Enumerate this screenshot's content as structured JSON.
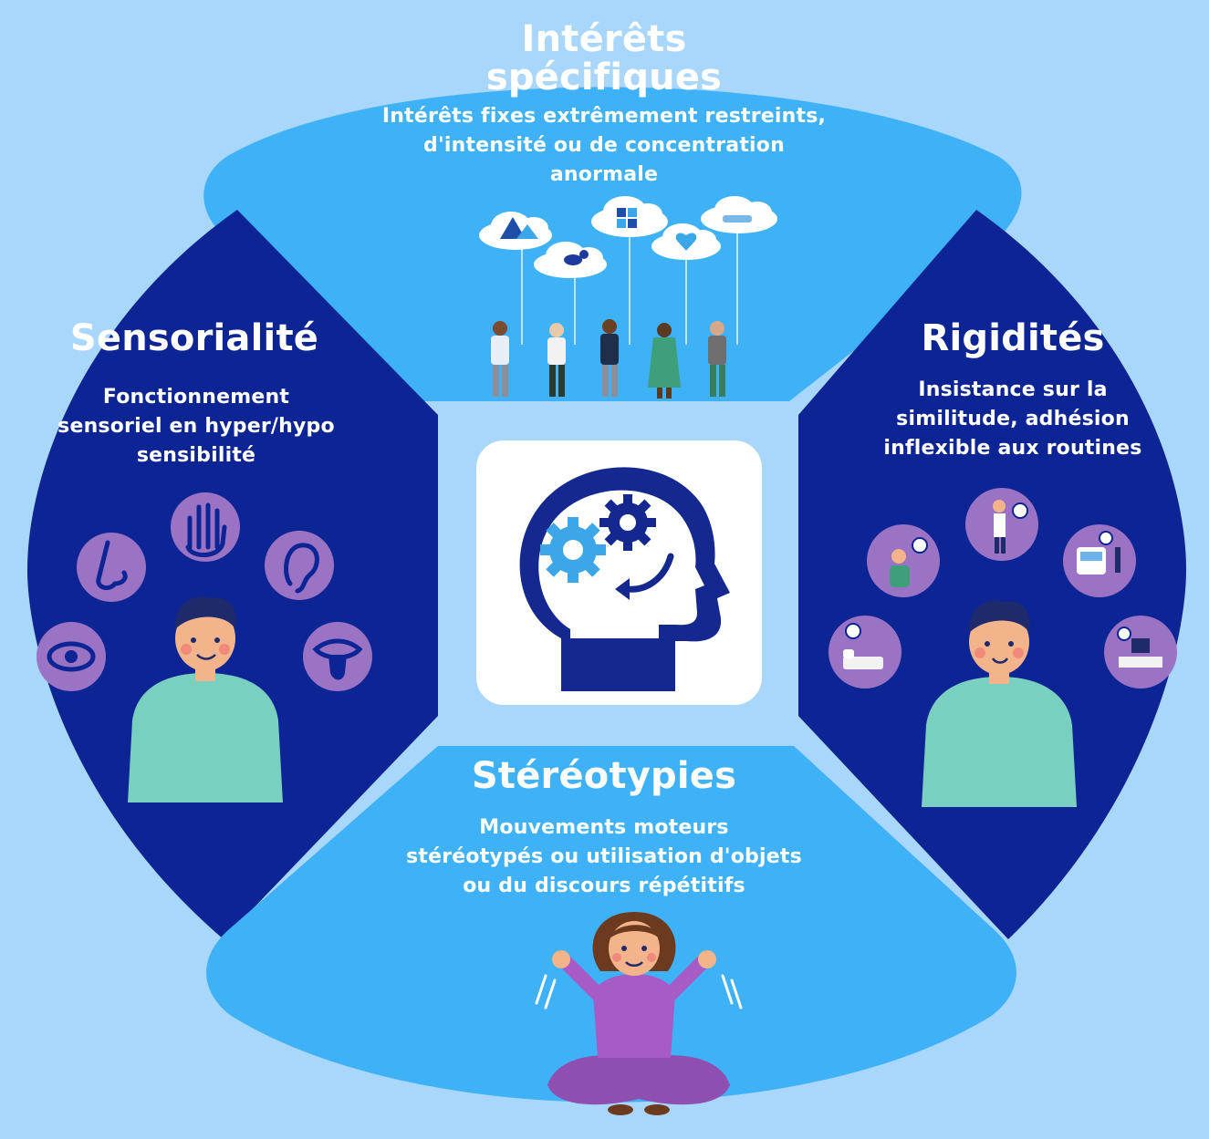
{
  "colors": {
    "background": "#a9d6fb",
    "light_blue_panel": "#3fb2f7",
    "dark_blue_panel": "#0c2494",
    "center_card": "#ffffff",
    "head_navy": "#14288f",
    "gear_blue": "#3ba6e8",
    "sense_circle": "#9a73c4",
    "shirt": "#79cfc0",
    "girl_shirt": "#a65cc4"
  },
  "sections": {
    "top": {
      "title_lines": [
        "Intérêts",
        "spécifiques"
      ],
      "desc_lines": [
        "Intérêts fixes extrêmement restreints,",
        "d'intensité ou de concentration",
        "anormale"
      ]
    },
    "left": {
      "title_lines": [
        "Sensorialité"
      ],
      "desc_lines": [
        "Fonctionnement",
        "sensoriel  en hyper/hypo",
        "sensibilité"
      ]
    },
    "right": {
      "title_lines": [
        "Rigidités"
      ],
      "desc_lines": [
        "Insistance sur la",
        "similitude, adhésion",
        "inflexible aux routines"
      ]
    },
    "bottom": {
      "title_lines": [
        "Stéréotypies"
      ],
      "desc_lines": [
        "Mouvements moteurs",
        "stéréotypés ou utilisation d'objets",
        "ou du discours répétitifs"
      ]
    }
  },
  "icons": {
    "center": "head-gears-icon",
    "senses": [
      "eye-icon",
      "nose-icon",
      "hand-icon",
      "ear-icon",
      "tongue-icon"
    ],
    "routines": [
      "bed-clock-icon",
      "eating-clock-icon",
      "standing-clock-icon",
      "bus-clock-icon",
      "desk-clock-icon"
    ],
    "interests": [
      "mountain-cloud-icon",
      "cat-cloud-icon",
      "puzzle-cloud-icon",
      "heart-cloud-icon",
      "car-cloud-icon"
    ]
  }
}
